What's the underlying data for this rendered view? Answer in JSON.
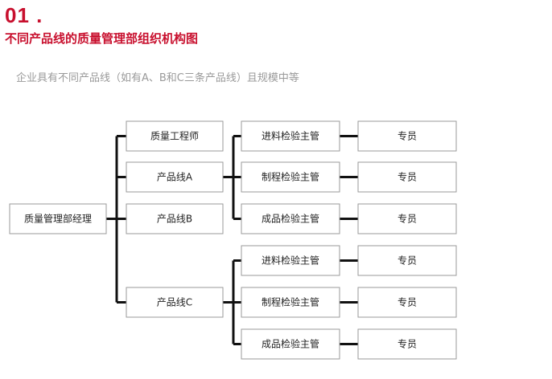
{
  "header": {
    "number": "01 .",
    "title": "不同产品线的质量管理部组织机构图",
    "subtitle": "企业具有不同产品线（如有A、B和C三条产品线）且规模中等"
  },
  "org": {
    "root": "质量管理部经理",
    "level1": [
      "质量工程师",
      "产品线A",
      "产品线B",
      "产品线C"
    ],
    "level2": [
      "进料检验主管",
      "制程检验主管",
      "成品检验主管",
      "进料检验主管",
      "制程检验主管",
      "成品检验主管"
    ],
    "level3": [
      "专员",
      "专员",
      "专员",
      "专员",
      "专员",
      "专员"
    ]
  },
  "colors": {
    "accent": "#c8102e",
    "line": "#111111",
    "box_border": "#9a9a9a",
    "subtitle": "#9a9a9a"
  }
}
